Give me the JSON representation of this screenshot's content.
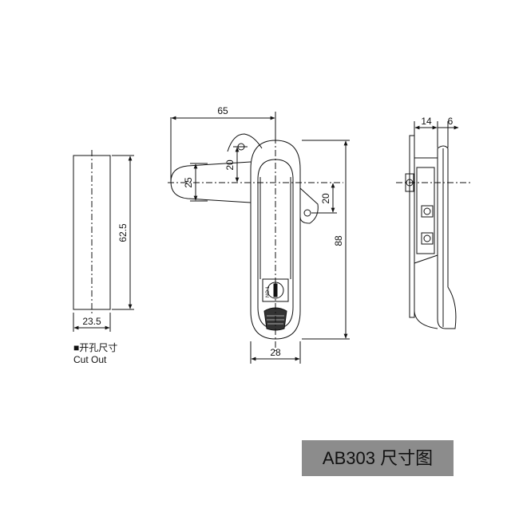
{
  "dimensions": {
    "cutout_width": "23.5",
    "cutout_height": "62.5",
    "overall_width": "65",
    "hole_offset_top": "20",
    "arm_height": "25",
    "hole_offset_right": "20",
    "overall_height": "88",
    "body_width": "28",
    "side_a": "14",
    "side_b": "6"
  },
  "cutout_label": {
    "chinese": "■开孔尺寸",
    "english": "Cut Out"
  },
  "title": "AB303 尺寸图",
  "lock_mark": "NO.1"
}
